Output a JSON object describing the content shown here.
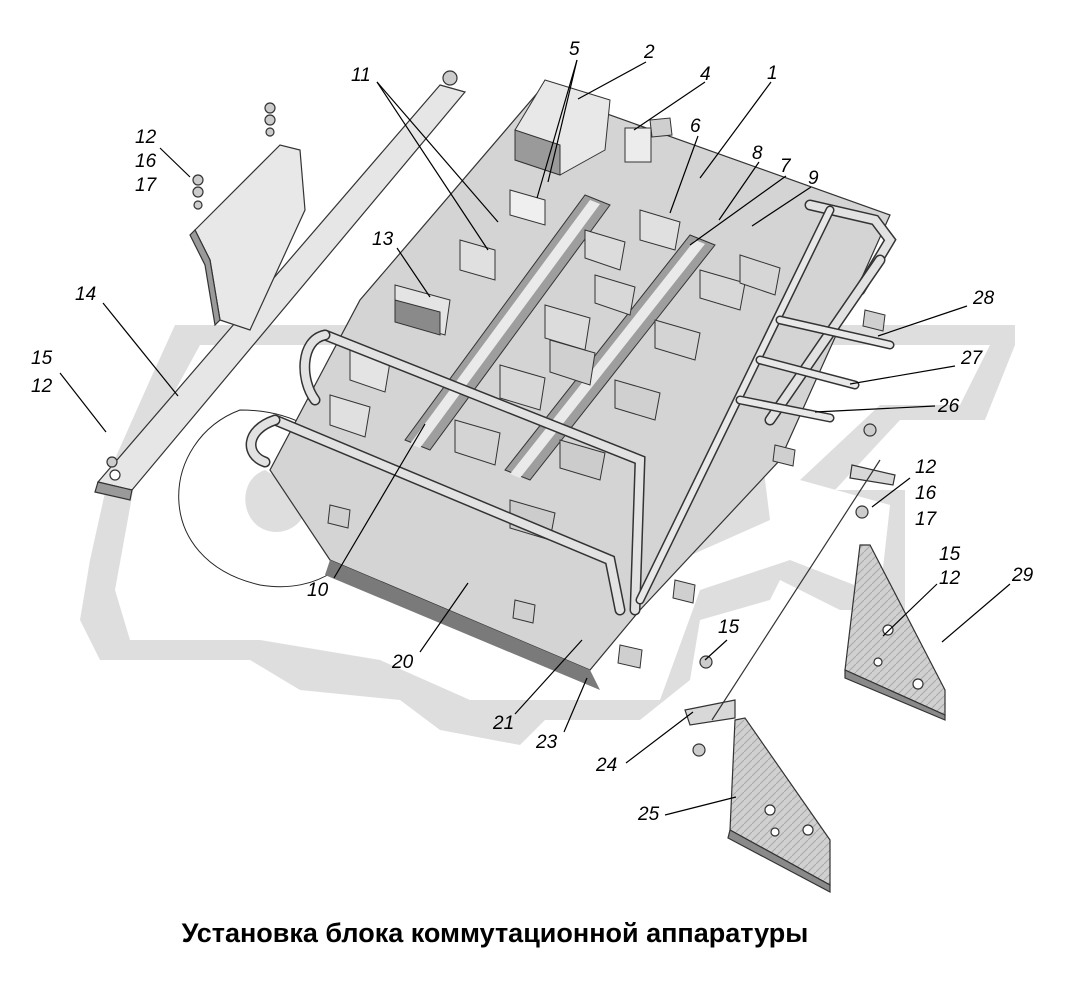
{
  "caption": "Установка блока коммутационной аппаратуры",
  "colors": {
    "watermark": "#d9d9d9",
    "part_light": "#e6e6e6",
    "part_mid": "#bdbdbd",
    "part_dark": "#7a7a7a",
    "outline": "#333333"
  },
  "watermark_icon": "manufacturer-logo-watermark",
  "callouts": [
    {
      "id": "c1",
      "text": "1"
    },
    {
      "id": "c2",
      "text": "2"
    },
    {
      "id": "c4",
      "text": "4"
    },
    {
      "id": "c5",
      "text": "5"
    },
    {
      "id": "c6",
      "text": "6"
    },
    {
      "id": "c7",
      "text": "7"
    },
    {
      "id": "c8",
      "text": "8"
    },
    {
      "id": "c9",
      "text": "9"
    },
    {
      "id": "c10",
      "text": "10"
    },
    {
      "id": "c11",
      "text": "11"
    },
    {
      "id": "c12a",
      "text": "12"
    },
    {
      "id": "c16a",
      "text": "16"
    },
    {
      "id": "c17a",
      "text": "17"
    },
    {
      "id": "c13",
      "text": "13"
    },
    {
      "id": "c14",
      "text": "14"
    },
    {
      "id": "c15a",
      "text": "15"
    },
    {
      "id": "c12b",
      "text": "12"
    },
    {
      "id": "c28",
      "text": "28"
    },
    {
      "id": "c27",
      "text": "27"
    },
    {
      "id": "c26",
      "text": "26"
    },
    {
      "id": "c12c",
      "text": "12"
    },
    {
      "id": "c16b",
      "text": "16"
    },
    {
      "id": "c17b",
      "text": "17"
    },
    {
      "id": "c15b",
      "text": "15"
    },
    {
      "id": "c12d",
      "text": "12"
    },
    {
      "id": "c29",
      "text": "29"
    },
    {
      "id": "c20",
      "text": "20"
    },
    {
      "id": "c15c",
      "text": "15"
    },
    {
      "id": "c21",
      "text": "21"
    },
    {
      "id": "c23",
      "text": "23"
    },
    {
      "id": "c24",
      "text": "24"
    },
    {
      "id": "c25",
      "text": "25"
    }
  ]
}
